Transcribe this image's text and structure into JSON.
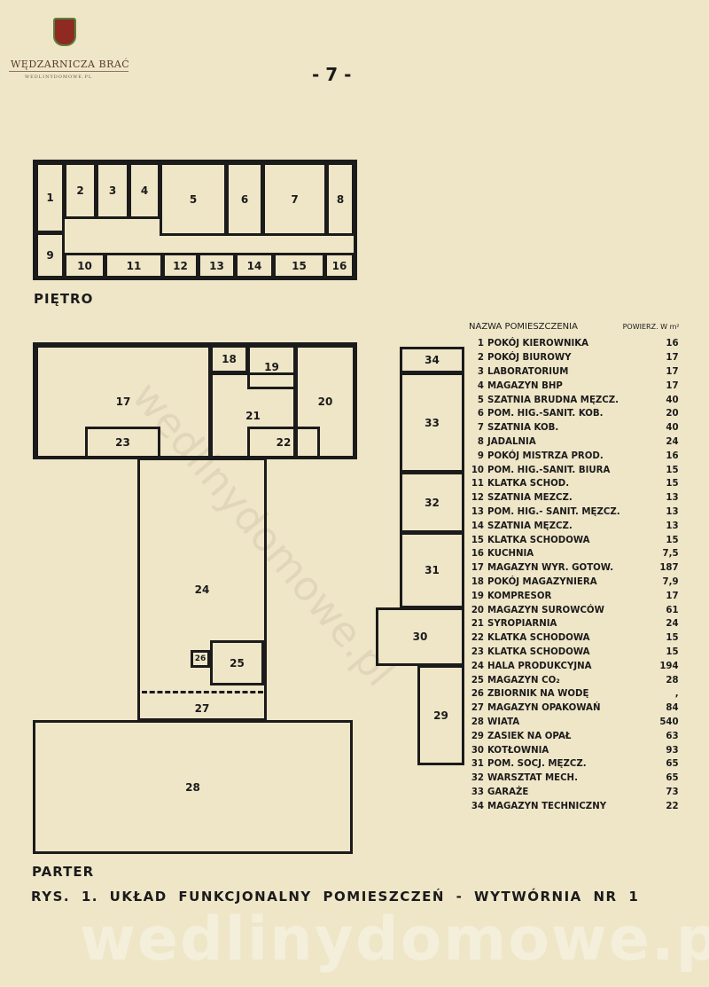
{
  "logo": {
    "name": "WĘDZARNICZA BRAĆ",
    "site": "WEDLINYDOMOWE.PL"
  },
  "page_number": "- 7 -",
  "floor_upper": {
    "label": "PIĘTRO",
    "rooms": [
      "1",
      "2",
      "3",
      "4",
      "5",
      "6",
      "7",
      "8",
      "9",
      "10",
      "11",
      "12",
      "13",
      "14",
      "15",
      "16"
    ]
  },
  "floor_ground": {
    "label": "PARTER",
    "rooms": [
      "17",
      "18",
      "19",
      "20",
      "21",
      "22",
      "23",
      "24",
      "25",
      "26",
      "27",
      "28",
      "29",
      "30",
      "31",
      "32",
      "33",
      "34"
    ]
  },
  "legend": {
    "header_name": "NAZWA POMIESZCZENIA",
    "header_area": "POWIERZ. W m²",
    "rows": [
      {
        "n": "1",
        "name": "POKÓJ KIEROWNIKA",
        "area": "16"
      },
      {
        "n": "2",
        "name": "POKÓJ BIUROWY",
        "area": "17"
      },
      {
        "n": "3",
        "name": "LABORATORIUM",
        "area": "17"
      },
      {
        "n": "4",
        "name": "MAGAZYN BHP",
        "area": "17"
      },
      {
        "n": "5",
        "name": "SZATNIA BRUDNA MĘZCZ.",
        "area": "40"
      },
      {
        "n": "6",
        "name": "POM. HIG.-SANIT. KOB.",
        "area": "20"
      },
      {
        "n": "7",
        "name": "SZATNIA KOB.",
        "area": "40"
      },
      {
        "n": "8",
        "name": "JADALNIA",
        "area": "24"
      },
      {
        "n": "9",
        "name": "POKÓJ MISTRZA PROD.",
        "area": "16"
      },
      {
        "n": "10",
        "name": "POM. HIG.-SANIT. BIURA",
        "area": "15"
      },
      {
        "n": "11",
        "name": "KLATKA SCHOD.",
        "area": "15"
      },
      {
        "n": "12",
        "name": "SZATNIA MEZCZ.",
        "area": "13"
      },
      {
        "n": "13",
        "name": "POM. HIG.- SANIT. MĘZCZ.",
        "area": "13"
      },
      {
        "n": "14",
        "name": "SZATNIA MĘZCZ.",
        "area": "13"
      },
      {
        "n": "15",
        "name": "KLATKA SCHODOWA",
        "area": "15"
      },
      {
        "n": "16",
        "name": "KUCHNIA",
        "area": "7,5"
      },
      {
        "n": "17",
        "name": "MAGAZYN WYR. GOTOW.",
        "area": "187"
      },
      {
        "n": "18",
        "name": "POKÓJ MAGAZYNIERA",
        "area": "7,9"
      },
      {
        "n": "19",
        "name": "KOMPRESOR",
        "area": "17"
      },
      {
        "n": "20",
        "name": "MAGAZYN SUROWCÓW",
        "area": "61"
      },
      {
        "n": "21",
        "name": "SYROPIARNIA",
        "area": "24"
      },
      {
        "n": "22",
        "name": "KLATKA SCHODOWA",
        "area": "15"
      },
      {
        "n": "23",
        "name": "KLATKA SCHODOWA",
        "area": "15"
      },
      {
        "n": "24",
        "name": "HALA PRODUKCYJNA",
        "area": "194"
      },
      {
        "n": "25",
        "name": "MAGAZYN CO₂",
        "area": "28"
      },
      {
        "n": "26",
        "name": "ZBIORNIK NA WODĘ",
        "area": ","
      },
      {
        "n": "27",
        "name": "MAGAZYN OPAKOWAŃ",
        "area": "84"
      },
      {
        "n": "28",
        "name": "WIATA",
        "area": "540"
      },
      {
        "n": "29",
        "name": "ZASIEK NA OPAŁ",
        "area": "63"
      },
      {
        "n": "30",
        "name": "KOTŁOWNIA",
        "area": "93"
      },
      {
        "n": "31",
        "name": "POM. SOCJ. MĘZCZ.",
        "area": "65"
      },
      {
        "n": "32",
        "name": "WARSZTAT MECH.",
        "area": "65"
      },
      {
        "n": "33",
        "name": "GARAŻE",
        "area": "73"
      },
      {
        "n": "34",
        "name": "MAGAZYN TECHNICZNY",
        "area": "22"
      }
    ]
  },
  "caption": "RYS. 1. UKŁAD FUNKCJONALNY POMIESZCZEŃ - WYTWÓRNIA NR 1",
  "watermark": "wedlinydomowe.pl"
}
